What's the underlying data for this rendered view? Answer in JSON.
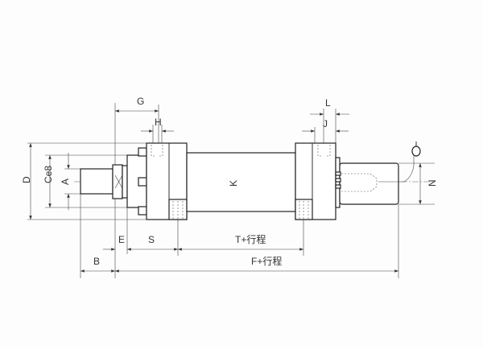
{
  "title": "Hydraulic cylinder dimension drawing",
  "labels": {
    "D": "D",
    "Ce8": "Ce8",
    "A": "A",
    "G": "G",
    "H": "H",
    "L": "L",
    "J": "J",
    "K": "K",
    "N": "N",
    "E": "E",
    "S": "S",
    "T": "T+行程",
    "B": "B",
    "F": "F+行程"
  }
}
